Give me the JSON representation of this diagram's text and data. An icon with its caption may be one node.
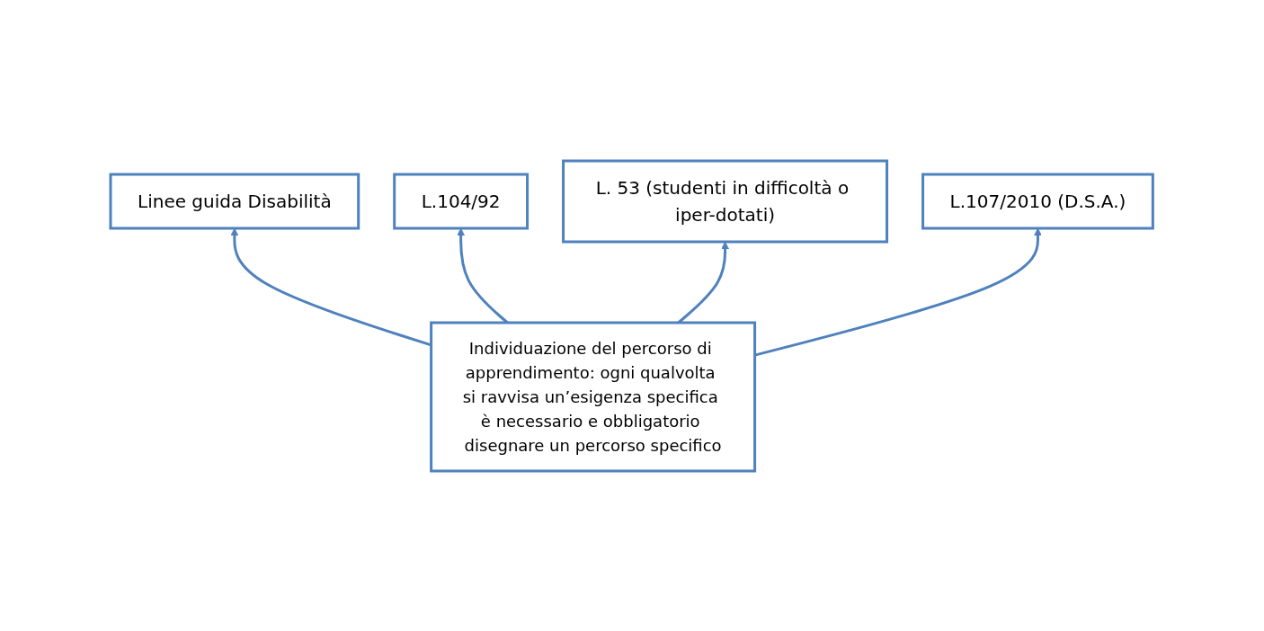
{
  "diagram": {
    "nodes": [
      {
        "text": [
          "L.104/92"
        ]
      },
      {
        "text": [
          "L. 53 (studenti in difficoltà o iper-dotati)"
        ]
      },
      {
        "text": [
          "Linee guida Disabilità"
        ]
      },
      {
        "text": [
          "L.107/2010 (D.S.A.)"
        ]
      },
      {
        "text": [
          "Individuazione del percorso di apprendimento: ogni qualvolta si ravvisa un’esigenza specifica è necessario e obbligatorio disegnare un percorso specifico"
        ]
      }
    ],
    "edges": [
      {
        "from": 4,
        "to": 2,
        "arrow": "to"
      },
      {
        "from": 4,
        "to": 0,
        "arrow": "to"
      },
      {
        "from": 4,
        "to": 1,
        "arrow": "to"
      },
      {
        "from": 4,
        "to": 3,
        "arrow": "to"
      }
    ]
  }
}
